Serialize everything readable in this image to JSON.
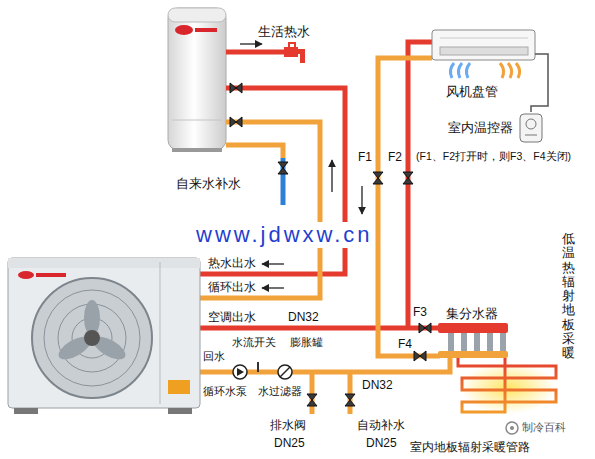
{
  "diagram": {
    "nodes": [
      {
        "text": [
          "风机盘管"
        ]
      },
      {
        "text": [
          "室内温控器"
        ]
      }
    ],
    "edges": [
      {
        "from": 0,
        "to": 1,
        "arrow": "none"
      }
    ],
    "labels": [
      "生活热水",
      "自来水补水",
      "F1",
      "F2",
      "(F1、F2打开时，则F3、F4关闭)",
      "www.jdwxw.cn",
      "热水出水",
      "循环出水",
      "空调出水",
      "DN32",
      "F3",
      "集分水器",
      "低温热辐射地板采暖",
      "回水",
      "水流开关",
      "膨胀罐",
      "F4",
      "循环水泵",
      "水过滤器",
      "DN32",
      "排水阀",
      "DN25",
      "自动补水",
      "DN25",
      "室内地板辐射采暖管路",
      "制冷百科"
    ]
  }
}
